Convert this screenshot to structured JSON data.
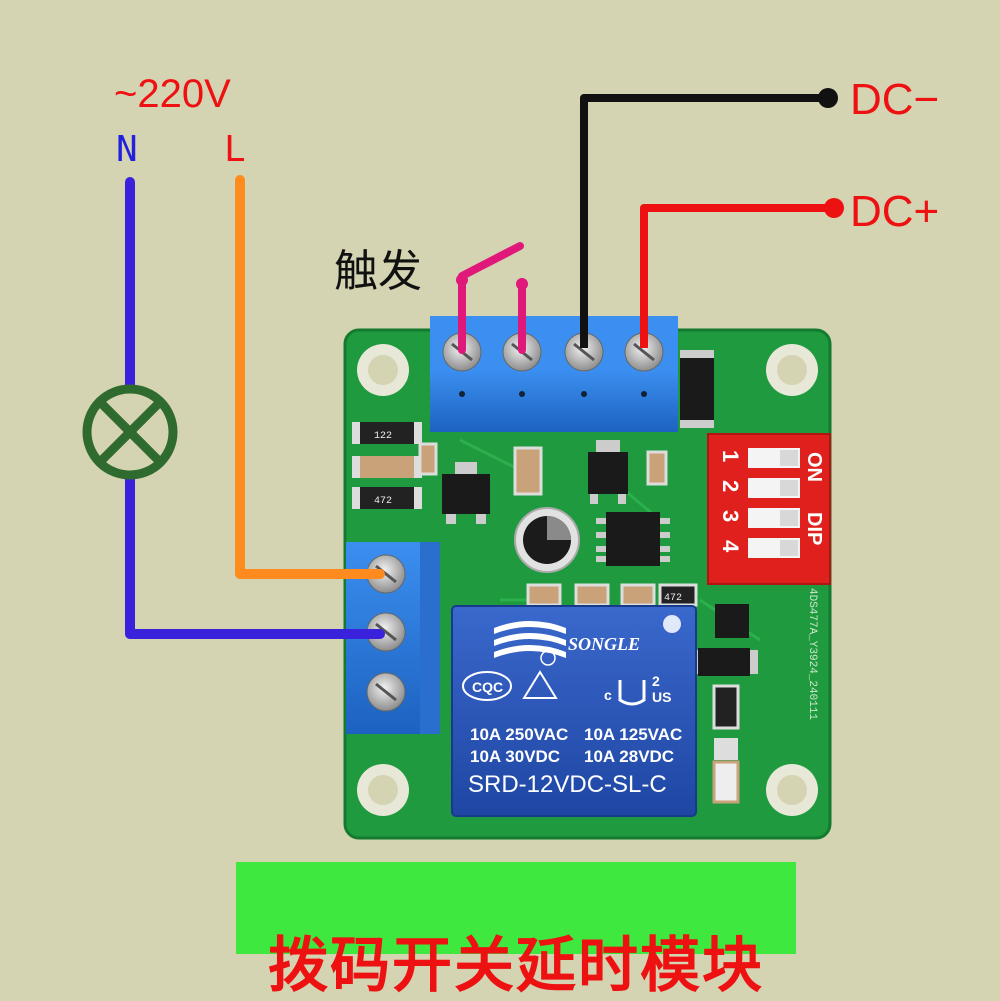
{
  "labels": {
    "ac": "~220V",
    "neutral": "N",
    "live": "L",
    "dc_minus": "DC−",
    "dc_plus": "DC+",
    "trigger": "触发",
    "title": "拨码开关延时模块"
  },
  "board": {
    "relay_brand": "SONGLE",
    "relay_cert_1": "CQC",
    "relay_cert_2": "c",
    "relay_cert_3": "US",
    "relay_cert_num": "2",
    "relay_line1_a": "10A 250VAC",
    "relay_line1_b": "10A 125VAC",
    "relay_line2_a": "10A  30VDC",
    "relay_line2_b": "10A  28VDC",
    "relay_model": "SRD-12VDC-SL-C",
    "dip_on": "ON",
    "dip_label": "DIP",
    "dip_numbers": [
      "1",
      "2",
      "3",
      "4"
    ],
    "resistor_1": "122",
    "resistor_2": "472",
    "resistor_3": "472",
    "pcb_code": "4DS477A_Y3924_240111"
  },
  "colors": {
    "background": "#d4d3b2",
    "neutral_wire": "#3a22dd",
    "live_wire": "#ff8a1e",
    "dc_minus_wire": "#111111",
    "dc_plus_wire": "#ee1111",
    "trigger_wire": "#e0187a",
    "lamp": "#2f6a2f",
    "pcb": "#1f9a3f",
    "terminal": "#2a7bd6",
    "relay": "#2a55b8",
    "dip_switch": "#e0201c",
    "banner": "#3ee83e",
    "label_text": "#ee1111"
  },
  "icons": {
    "lamp": "lamp-icon",
    "dip_switch": "dip-switch-icon",
    "relay": "relay-icon"
  }
}
